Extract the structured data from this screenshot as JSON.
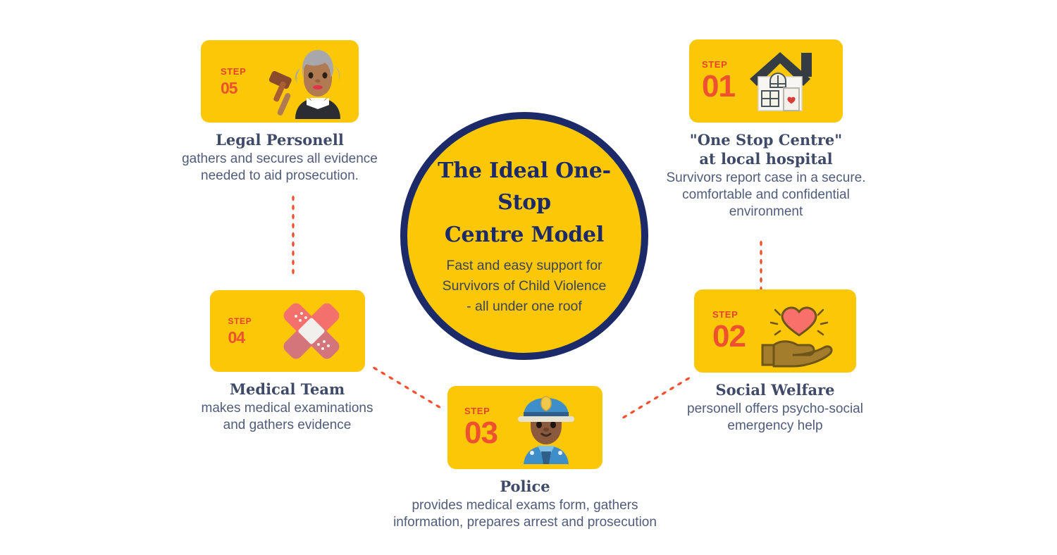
{
  "theme": {
    "card_yellow": "#fbc707",
    "circle_border_navy": "#1d2a69",
    "accent_red": "#ef5130",
    "heading_slate": "#3f4a68",
    "body_slate": "#515c7a",
    "page_background": "#ffffff"
  },
  "center": {
    "title_line_1": "The Ideal One-Stop",
    "title_line_2": "Centre Model",
    "subtitle_line_1": "Fast and easy support for",
    "subtitle_line_2": "Survivors of Child Violence",
    "subtitle_line_3": "- all under one roof"
  },
  "steps": [
    {
      "id": "01",
      "step_word": "STEP",
      "number": "01",
      "icon": "house-with-heart-icon",
      "title_line_1": "\"One Stop Centre\"",
      "title_line_2": "at local hospital",
      "body_line_1": "Survivors report case in a secure.",
      "body_line_2": "comfortable and confidential",
      "body_line_3": "environment"
    },
    {
      "id": "02",
      "step_word": "STEP",
      "number": "02",
      "icon": "hand-holding-heart-icon",
      "title_line_1": "Social Welfare",
      "title_line_2": "",
      "body_line_1": "personell offers psycho-social",
      "body_line_2": "emergency help",
      "body_line_3": ""
    },
    {
      "id": "03",
      "step_word": "STEP",
      "number": "03",
      "icon": "police-officer-icon",
      "title_line_1": "Police",
      "title_line_2": "",
      "body_line_1": "provides medical exams form, gathers",
      "body_line_2": "information, prepares arrest and prosecution",
      "body_line_3": ""
    },
    {
      "id": "04",
      "step_word": "STEP",
      "number": "04",
      "icon": "crossed-bandages-icon",
      "title_line_1": "Medical Team",
      "title_line_2": "",
      "body_line_1": "makes medical examinations",
      "body_line_2": "and gathers evidence",
      "body_line_3": ""
    },
    {
      "id": "05",
      "step_word": "STEP",
      "number": "05",
      "icon": "judge-with-gavel-icon",
      "title_line_1": "Legal Personell",
      "title_line_2": "",
      "body_line_1": "gathers and secures all evidence",
      "body_line_2": "needed to aid prosecution.",
      "body_line_3": ""
    }
  ],
  "connectors": [
    {
      "name": "connector-step01-to-step02",
      "style": "dotted-vertical"
    },
    {
      "name": "connector-step02-to-step03",
      "style": "dotted-diagonal"
    },
    {
      "name": "connector-step03-to-step04",
      "style": "dotted-diagonal"
    },
    {
      "name": "connector-step04-to-step05",
      "style": "dotted-vertical"
    }
  ]
}
